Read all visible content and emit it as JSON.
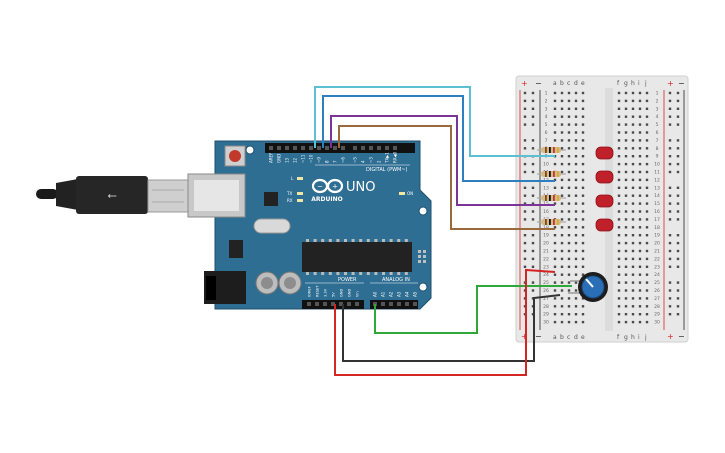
{
  "colors": {
    "board": "#2f6e93",
    "board_edge": "#1f4f6d",
    "breadboard": "#e8e8e8",
    "wire_cyan": "#5bc0d2",
    "wire_blue": "#2d7fc0",
    "wire_purple": "#7a3596",
    "wire_brown": "#9a6a3e",
    "wire_green": "#2fa83a",
    "wire_black": "#333333",
    "wire_red": "#d42525",
    "led_red": "#c0202a",
    "pot": "#2a6fb6"
  },
  "arduino": {
    "logo_text": "ARDUINO",
    "model": "UNO",
    "digital_label": "DIGITAL (PWM~)",
    "power_label": "POWER",
    "analog_label": "ANALOG IN",
    "on_label": "ON",
    "tx_label": "TX",
    "rx_label": "RX",
    "l_label": "L",
    "digital_pins": [
      "AREF",
      "GND",
      "13",
      "12",
      "~11",
      "~10",
      "~9",
      "8",
      "7",
      "~6",
      "~5",
      "4",
      "~3",
      "2",
      "TX▶1",
      "RX◀0"
    ],
    "power_pins": [
      "IOREF",
      "RESET",
      "3.3V",
      "5V",
      "GND",
      "GND",
      "Vin"
    ],
    "analog_pins": [
      "A0",
      "A1",
      "A2",
      "A3",
      "A4",
      "A5"
    ]
  },
  "breadboard": {
    "col_letters_left": [
      "a",
      "b",
      "c",
      "d",
      "e"
    ],
    "col_letters_right": [
      "f",
      "g",
      "h",
      "i",
      "j"
    ],
    "rail_plus": "+",
    "rail_minus": "−",
    "row_count": 30
  }
}
